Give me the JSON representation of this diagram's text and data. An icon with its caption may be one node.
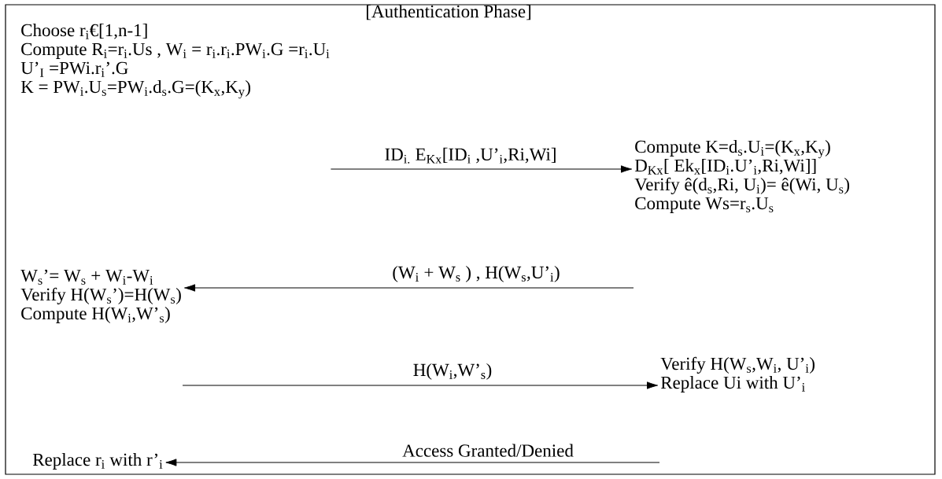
{
  "diagram": {
    "title": "[Authentication Phase]",
    "nodes": [
      {
        "text": [
          "Choose r$_{i}$€[1,n-1]",
          "Compute R$_{i}$=r$_{i}$.Us , W$_{i}$ = r$_{i}$.r$_{i}$.PW$_{i}$.G =r$_{i}$.U$_{i}$",
          "U’$_{I}$ =PWi.r$_{i}$’.G",
          "K =  PW$_{i}$.U$_{s}$=PW$_{i}$.d$_{s}$.G=(K$_{x}$,K$_{y}$)"
        ]
      },
      {
        "text": [
          "Compute K=d$_{s}$.U$_{i}$=(K$_{x}$,K$_{y}$)",
          "D$_{Kx}$[ Ek$_{x}$[ID$_{i}$.U’$_{i}$,Ri,Wi]]",
          "Verify  ê(d$_{s}$,Ri, U$_{i}$)= ê(Wi, U$_{s}$)",
          "Compute Ws=r$_{s}$.U$_{s}$"
        ]
      },
      {
        "text": [
          "W$_{s}$’= W$_{s}$ + W$_{i}$-W$_{i}$",
          "Verify H(W$_{s}$’)=H(W$_{s}$)",
          "Compute H(W$_{i}$,W’$_{s}$)"
        ]
      },
      {
        "text": [
          "Verify  H(W$_{s}$,W$_{i}$, U’$_{i}$)",
          "Replace Ui with U’$_{i}$"
        ]
      },
      {
        "text": [
          "Replace r$_{i}$ with r’$_{i}$"
        ]
      }
    ],
    "edges": [
      {
        "from": 0,
        "to": 1,
        "arrow": "to",
        "label": "ID$_{i.}$ E$_{Kx}$[ID$_{i}$ ,U’$_{i}$,Ri,Wi]"
      },
      {
        "from": 1,
        "to": 2,
        "arrow": "to",
        "label": "(W$_{i}$ + W$_{s}$ ) , H(W$_{s}$,U’$_{i}$)"
      },
      {
        "from": 2,
        "to": 3,
        "arrow": "to",
        "label": "H(W$_{i}$,W’$_{s}$)"
      },
      {
        "from": 3,
        "to": 4,
        "arrow": "to",
        "label": "Access Granted/Denied"
      }
    ]
  }
}
